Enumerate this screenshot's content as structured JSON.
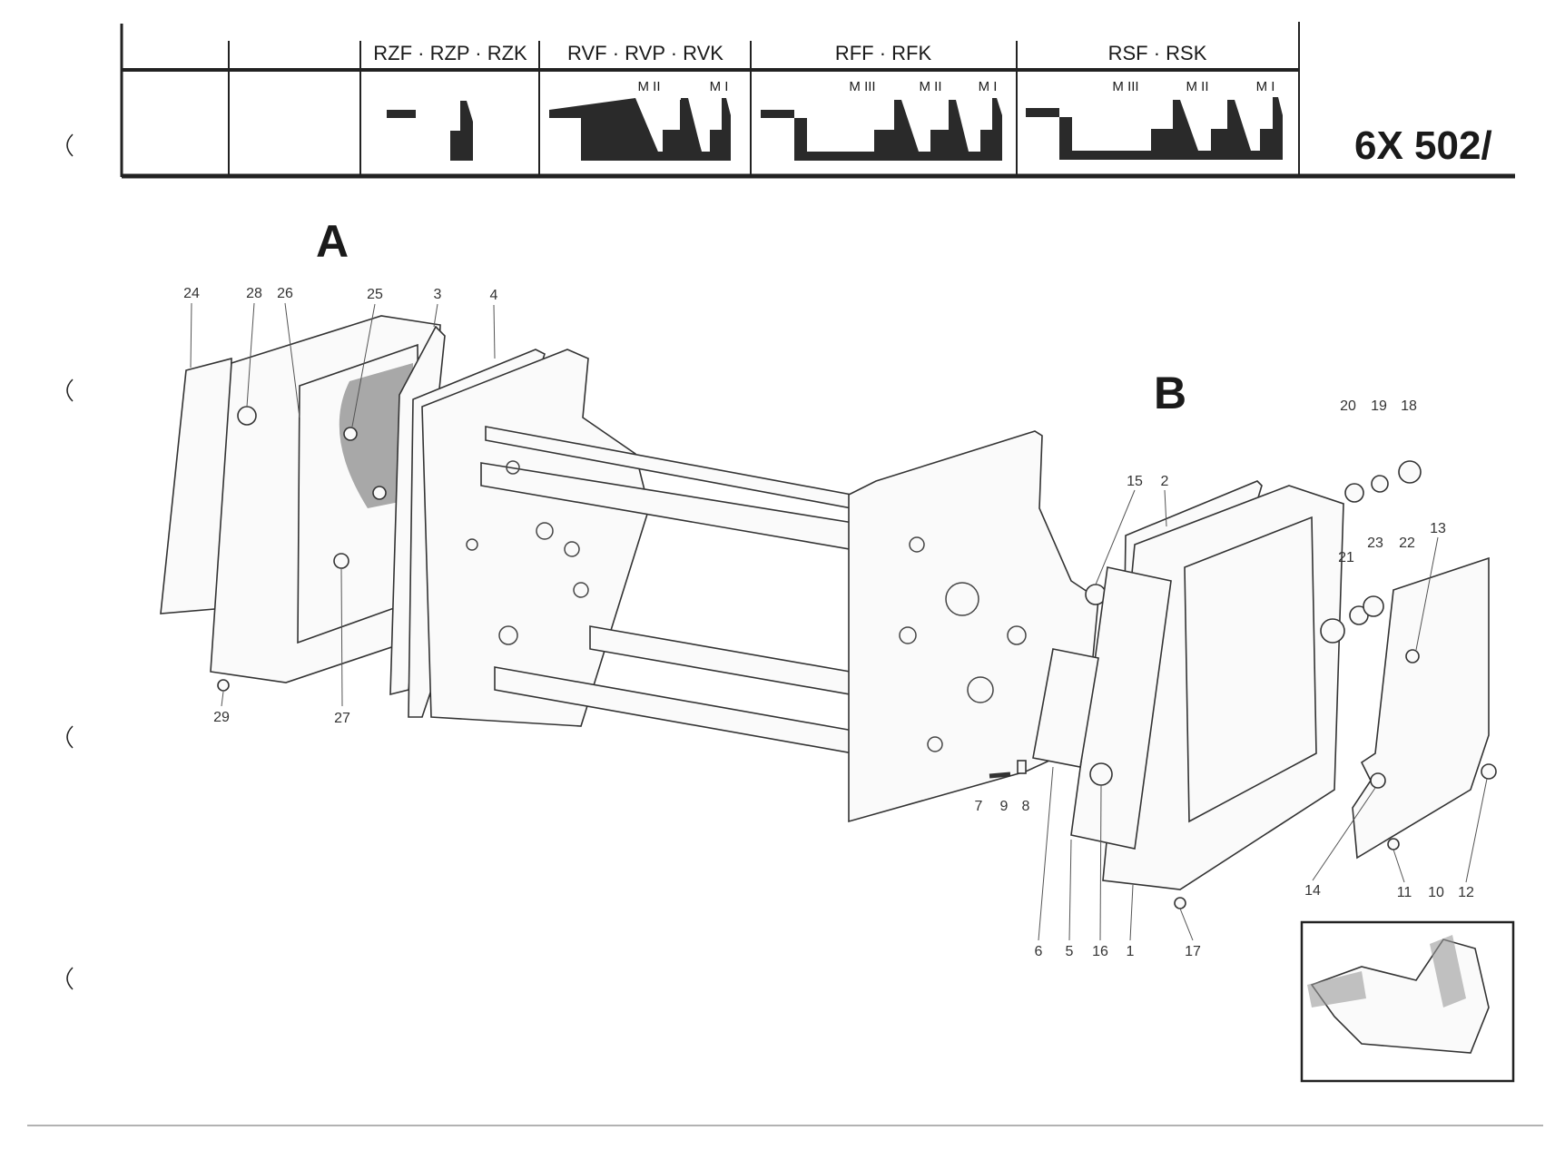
{
  "header": {
    "columns": [
      {
        "title": "RZF · RZP · RZK",
        "markers": []
      },
      {
        "title": "RVF · RVP · RVK",
        "markers": [
          "M II",
          "M I"
        ]
      },
      {
        "title": "RFF · RFK",
        "markers": [
          "M III",
          "M II",
          "M I"
        ]
      },
      {
        "title": "RSF · RSK",
        "markers": [
          "M III",
          "M II",
          "M I"
        ]
      }
    ],
    "part_number": "6X 502/"
  },
  "sections": {
    "a": "A",
    "b": "B"
  },
  "callouts": [
    "24",
    "28",
    "26",
    "25",
    "3",
    "4",
    "20",
    "19",
    "18",
    "15",
    "2",
    "13",
    "21",
    "23",
    "22",
    "29",
    "27",
    "7",
    "9",
    "8",
    "14",
    "11",
    "10",
    "12",
    "6",
    "5",
    "16",
    "1",
    "17"
  ]
}
